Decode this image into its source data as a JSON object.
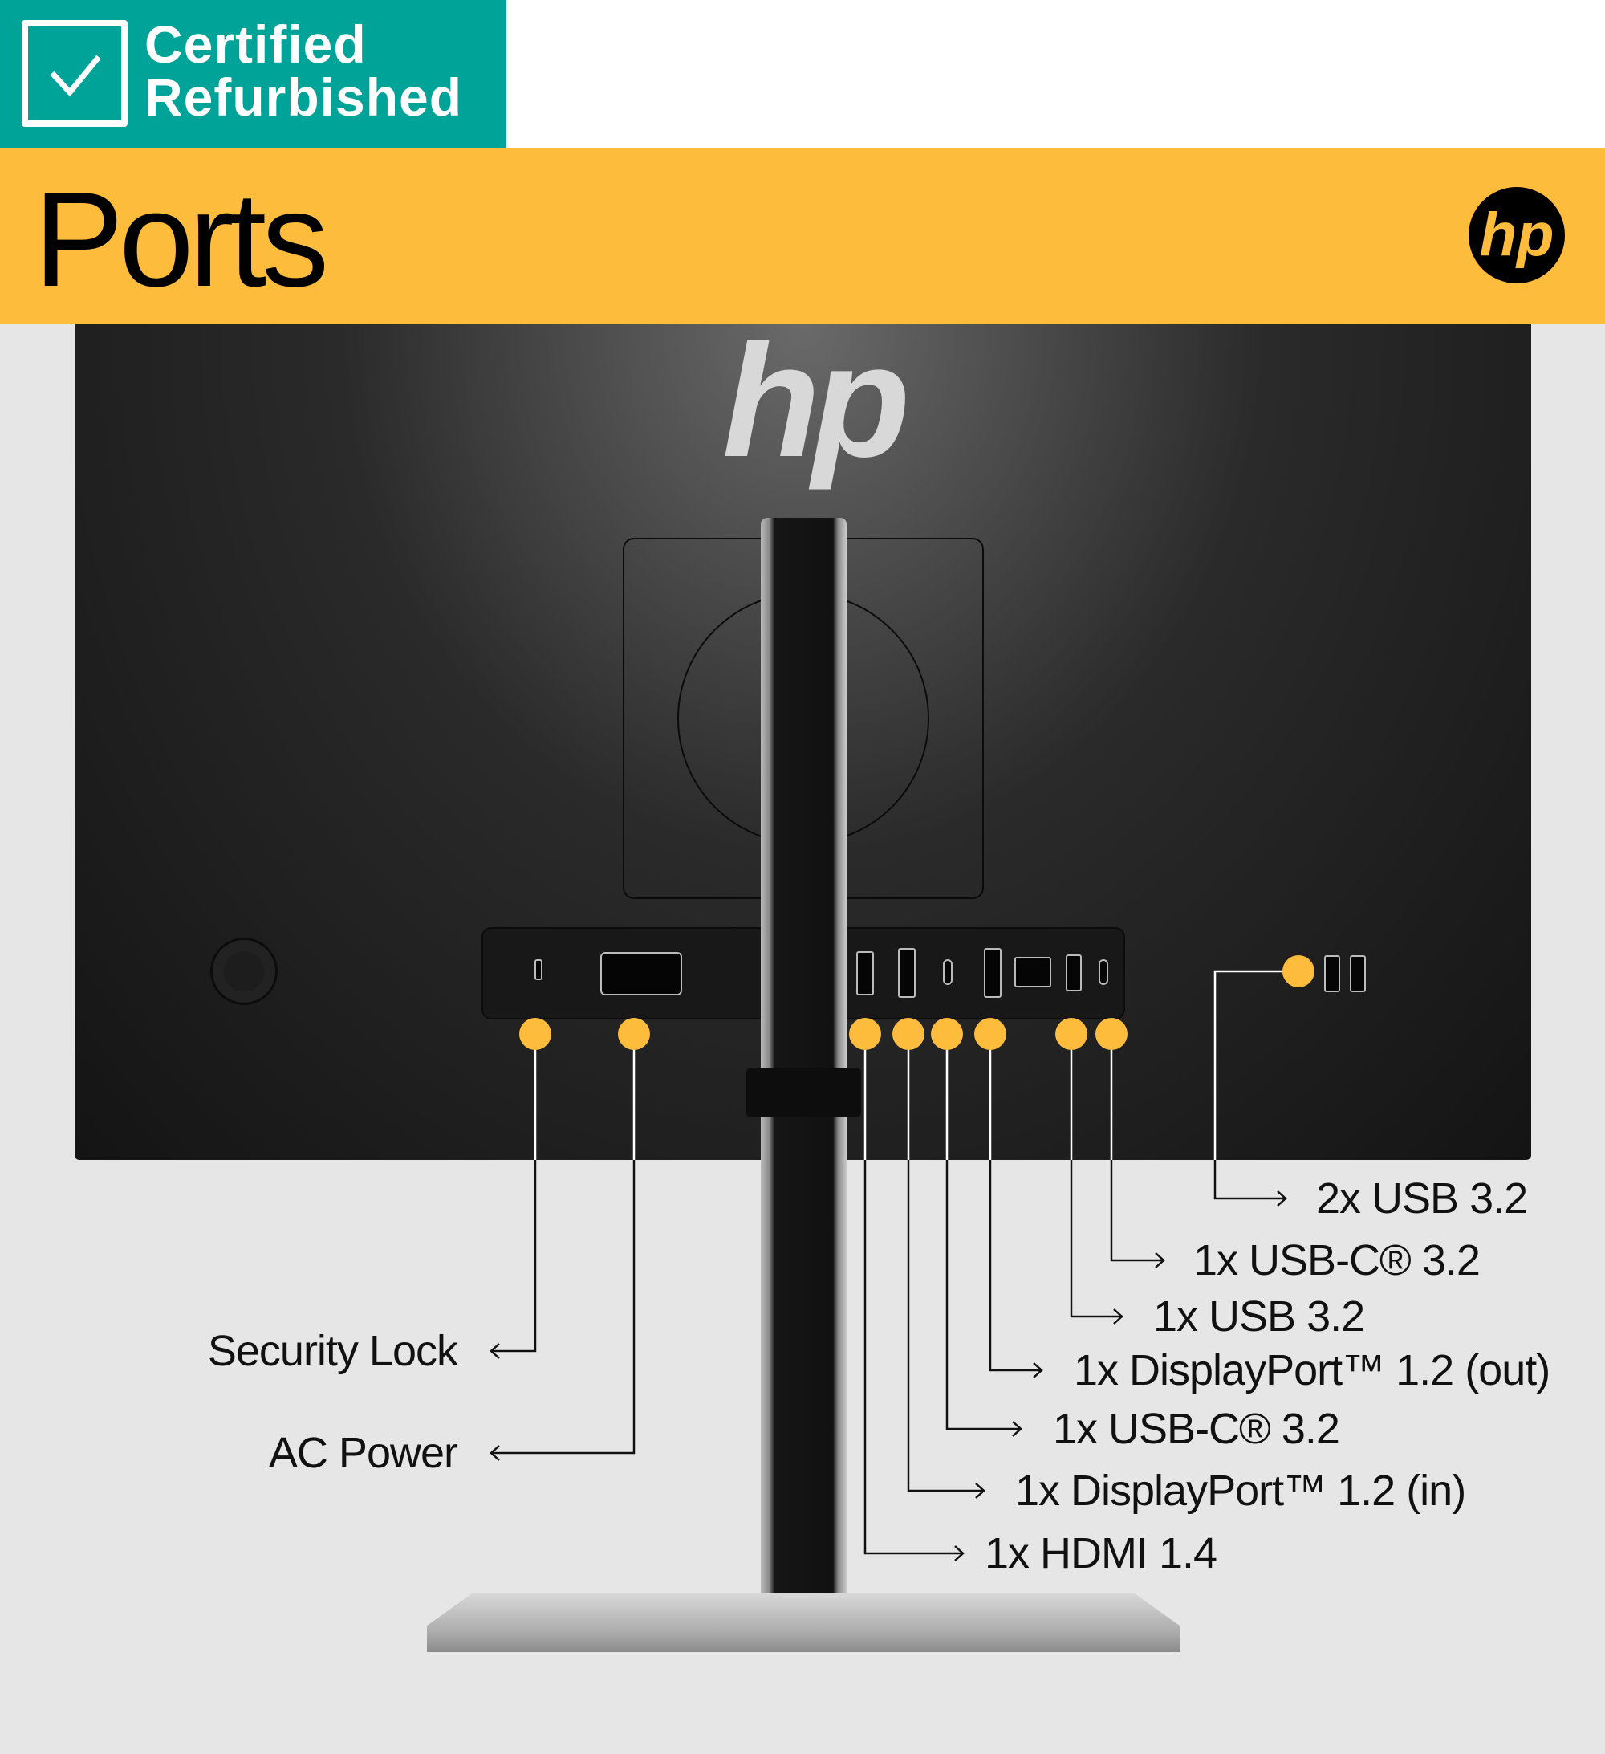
{
  "badge": {
    "line1": "Certified",
    "line2": "Refurbished",
    "icon": "checkmark-icon"
  },
  "header": {
    "title": "Ports",
    "logo": "hp"
  },
  "product": {
    "logo": "hp"
  },
  "colors": {
    "badge": "#00a398",
    "band": "#fdbc3c",
    "background": "#e6e6e6"
  },
  "callouts": {
    "left": [
      {
        "label": "Security Lock"
      },
      {
        "label": "AC Power"
      }
    ],
    "right": [
      {
        "label": "2x USB 3.2"
      },
      {
        "label": "1x USB-C® 3.2"
      },
      {
        "label": "1x USB 3.2"
      },
      {
        "label": "1x DisplayPort™ 1.2 (out)"
      },
      {
        "label": "1x USB-C® 3.2"
      },
      {
        "label": "1x DisplayPort™ 1.2 (in)"
      },
      {
        "label": "1x HDMI 1.4"
      }
    ]
  }
}
